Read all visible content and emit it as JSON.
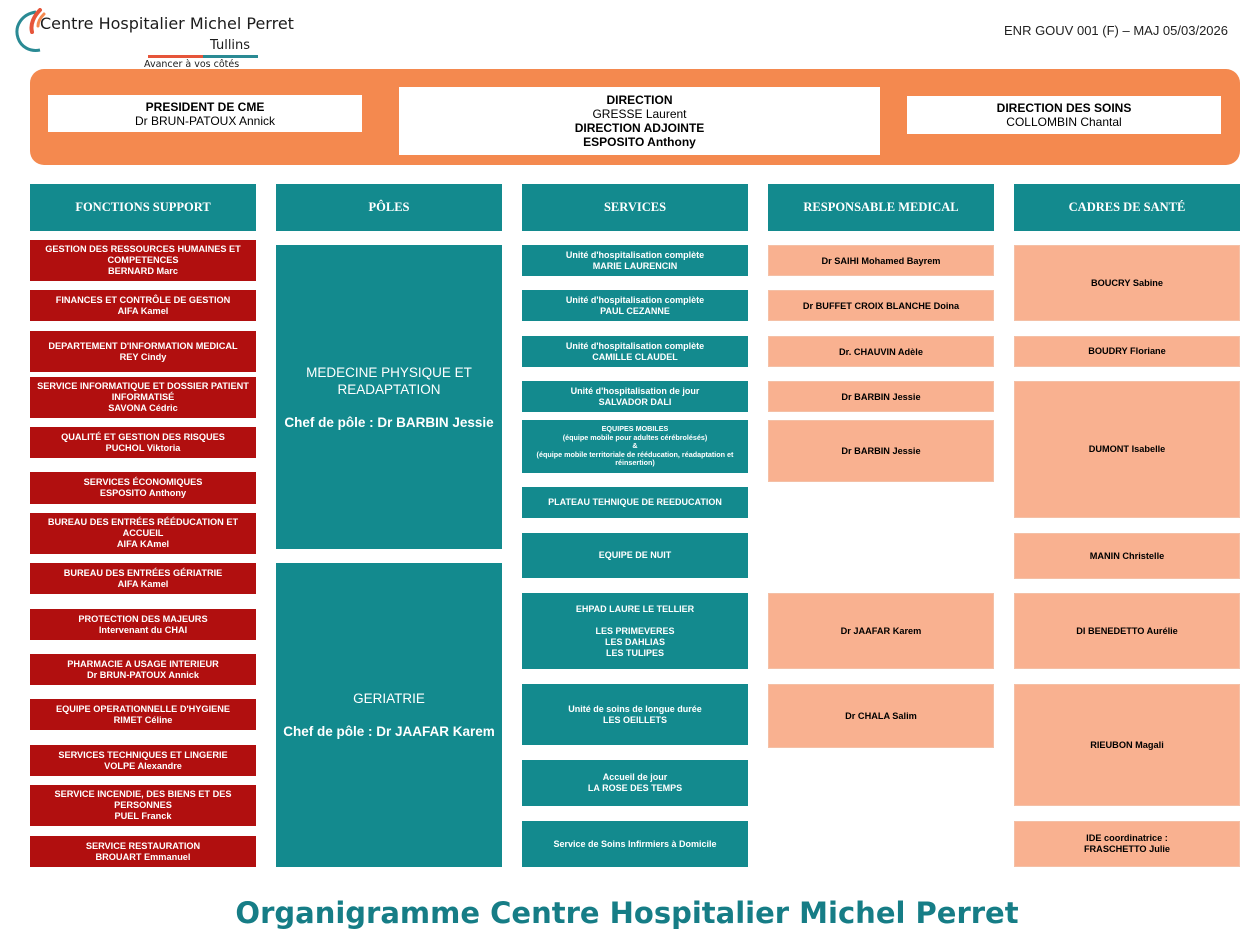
{
  "header": {
    "logo_name": "Centre Hospitalier Michel Perret",
    "logo_town": "Tullins",
    "logo_slogan": "Avancer à vos côtés",
    "doc_ref": "ENR GOUV 001 (F) – MAJ 05/03/2026"
  },
  "leadership": {
    "president_title": "PRESIDENT DE CME",
    "president_name": "Dr BRUN-PATOUX Annick",
    "direction_title": "DIRECTION",
    "direction_name": "GRESSE Laurent",
    "direction_adjointe_title": "DIRECTION ADJOINTE",
    "direction_adjointe_name": "ESPOSITO Anthony",
    "soins_title": "DIRECTION DES SOINS",
    "soins_name": "COLLOMBIN Chantal"
  },
  "columns": {
    "support": "FONCTIONS SUPPORT",
    "poles": "PÔLES",
    "services": "SERVICES",
    "medical": "RESPONSABLE MEDICAL",
    "cadres": "CADRES DE SANTÉ"
  },
  "support": [
    {
      "title": "GESTION DES RESSOURCES HUMAINES ET COMPETENCES",
      "name": "BERNARD Marc"
    },
    {
      "title": "FINANCES ET CONTRÔLE DE GESTION",
      "name": "AIFA Kamel"
    },
    {
      "title": "DEPARTEMENT D'INFORMATION MEDICAL",
      "name": "REY Cindy"
    },
    {
      "title": "SERVICE INFORMATIQUE ET DOSSIER PATIENT INFORMATISÉ",
      "name": "SAVONA Cédric"
    },
    {
      "title": "QUALITÉ ET GESTION DES RISQUES",
      "name": "PUCHOL Viktoria"
    },
    {
      "title": "SERVICES ÉCONOMIQUES",
      "name": "ESPOSITO Anthony"
    },
    {
      "title": "BUREAU DES ENTRÉES RÉÉDUCATION ET ACCUEIL",
      "name": "AIFA KAmel"
    },
    {
      "title": "BUREAU DES ENTRÉES GÉRIATRIE",
      "name": "AIFA Kamel"
    },
    {
      "title": "PROTECTION DES MAJEURS",
      "name": "Intervenant du CHAI"
    },
    {
      "title": "PHARMACIE A USAGE INTERIEUR",
      "name": "Dr BRUN-PATOUX Annick"
    },
    {
      "title": "EQUIPE OPERATIONNELLE D'HYGIENE",
      "name": "RIMET Céline"
    },
    {
      "title": "SERVICES TECHNIQUES ET LINGERIE",
      "name": "VOLPE Alexandre"
    },
    {
      "title": "SERVICE INCENDIE, DES BIENS ET DES PERSONNES",
      "name": "PUEL Franck"
    },
    {
      "title": "SERVICE RESTAURATION",
      "name": "BROUART Emmanuel"
    }
  ],
  "poles": [
    {
      "title": "MEDECINE PHYSIQUE ET READAPTATION",
      "chef": "Chef de pôle : Dr BARBIN Jessie"
    },
    {
      "title": "GERIATRIE",
      "chef": "Chef de pôle : Dr JAAFAR Karem"
    }
  ],
  "services": [
    {
      "line1": "Unité d'hospitalisation complète",
      "line2": "MARIE LAURENCIN"
    },
    {
      "line1": "Unité d'hospitalisation complète",
      "line2": "PAUL CEZANNE"
    },
    {
      "line1": "Unité d'hospitalisation complète",
      "line2": "CAMILLE CLAUDEL"
    },
    {
      "line1": "Unité d'hospitalisation de jour",
      "line2": "SALVADOR DALI"
    },
    {
      "line1": "EQUIPES MOBILES",
      "line2": "(équipe mobile pour adultes cérébrolésés)",
      "line3": "&",
      "line4": "(équipe mobile territoriale de rééducation, réadaptation et réinsertion)"
    },
    {
      "line1": "PLATEAU TEHNIQUE DE REEDUCATION"
    },
    {
      "line1": "EQUIPE DE NUIT"
    },
    {
      "line1": "EHPAD LAURE LE TELLIER",
      "line2": "LES PRIMEVERES",
      "line3": "LES DAHLIAS",
      "line4": "LES TULIPES"
    },
    {
      "line1": "Unité de soins de longue durée",
      "line2": "LES OEILLETS"
    },
    {
      "line1": "Accueil de jour",
      "line2": "LA ROSE DES TEMPS"
    },
    {
      "line1": "Service de Soins Infirmiers à Domicile"
    }
  ],
  "medical": [
    "Dr SAIHI Mohamed Bayrem",
    "Dr BUFFET CROIX BLANCHE Doina",
    "Dr. CHAUVIN Adèle",
    "Dr BARBIN Jessie",
    "Dr BARBIN Jessie",
    "Dr JAAFAR Karem",
    "Dr CHALA Salim"
  ],
  "cadres": [
    {
      "line1": "BOUCRY Sabine"
    },
    {
      "line1": "BOUDRY Floriane"
    },
    {
      "line1": "DUMONT Isabelle"
    },
    {
      "line1": "MANIN Christelle"
    },
    {
      "line1": "DI BENEDETTO Aurélie"
    },
    {
      "line1": "RIEUBON Magali"
    },
    {
      "line1": "IDE coordinatrice :",
      "line2": "FRASCHETTO Julie"
    }
  ],
  "page_title": "Organigramme Centre Hospitalier Michel Perret",
  "colors": {
    "teal": "#138a8e",
    "support_red": "#b10f0f",
    "peach": "#f9b190",
    "band_orange": "#f4894f",
    "title_teal": "#167d86"
  }
}
